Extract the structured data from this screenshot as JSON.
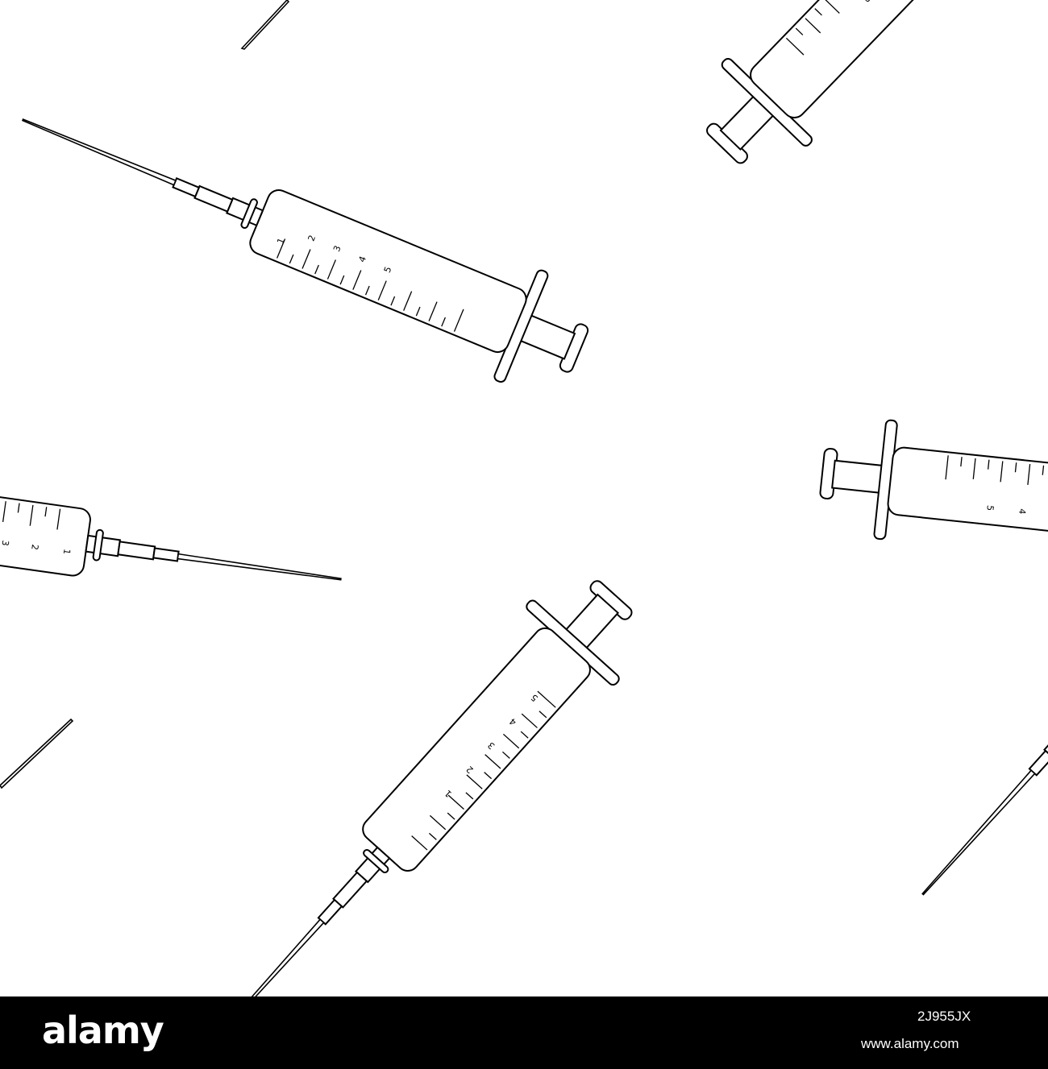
{
  "scene": {
    "description_free": true,
    "background_color": "#ffffff",
    "line_color": "#000000",
    "subject_icon": "syringe-icon",
    "syringe_scale_labels": [
      "1",
      "2",
      "3",
      "4",
      "5"
    ]
  },
  "watermark_bar": {
    "brand": "alamy",
    "image_id": "2J955JX",
    "url": "www.alamy.com",
    "background_color": "#000000",
    "text_color": "#ffffff"
  }
}
